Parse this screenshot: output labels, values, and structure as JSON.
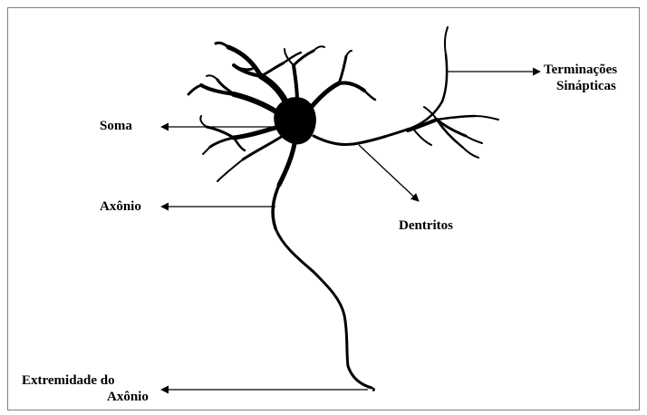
{
  "diagram": {
    "colors": {
      "ink": "#000000",
      "frame": "#7f7f7f",
      "background": "#ffffff"
    },
    "labels": {
      "soma": "Soma",
      "axonio": "Axônio",
      "dentritos": "Dentritos",
      "terminacoes_line1": "Terminações",
      "terminacoes_line2": "Sinápticas",
      "extremidade_line1": "Extremidade do",
      "extremidade_line2": "Axônio"
    }
  }
}
